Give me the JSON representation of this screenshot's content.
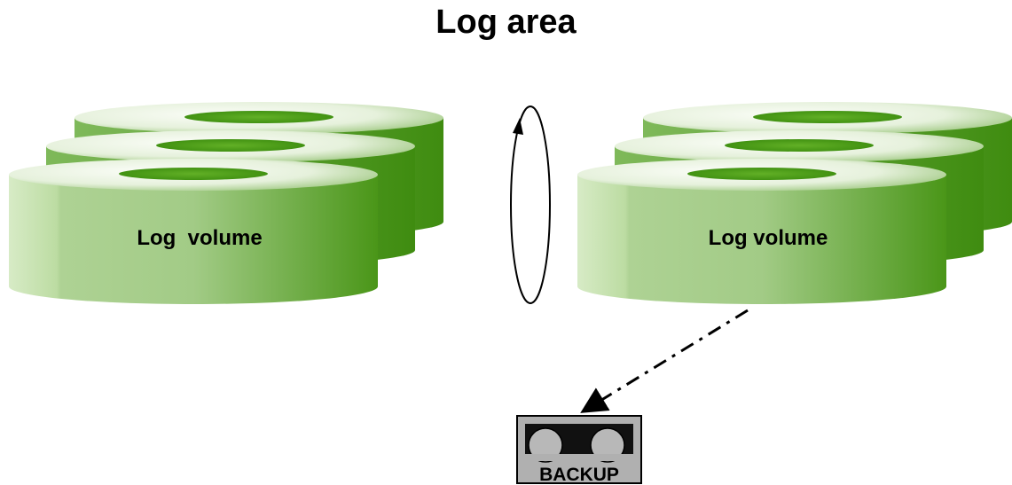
{
  "title": "Log area",
  "volumes": [
    {
      "label": "Log  volume"
    },
    {
      "label": "Log volume"
    }
  ],
  "backup": {
    "label": "BACKUP"
  },
  "colors": {
    "green_dark": "#4e9a1c",
    "green_light": "#b6d89a",
    "top_light": "#eef6e4",
    "hole_green": "#3f8f12",
    "backup_gray": "#b0b0b0"
  }
}
